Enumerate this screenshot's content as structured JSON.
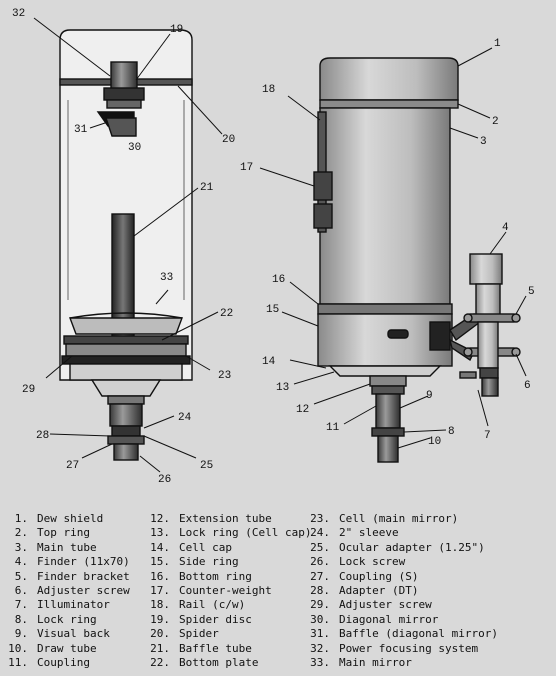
{
  "callouts": [
    "1",
    "2",
    "3",
    "4",
    "5",
    "6",
    "7",
    "8",
    "9",
    "10",
    "11",
    "12",
    "13",
    "14",
    "15",
    "16",
    "17",
    "18",
    "19",
    "20",
    "21",
    "22",
    "23",
    "24",
    "25",
    "26",
    "27",
    "28",
    "29",
    "30",
    "31",
    "32",
    "33"
  ],
  "legend": {
    "col1": [
      {
        "n": "1.",
        "label": "Dew shield"
      },
      {
        "n": "2.",
        "label": "Top ring"
      },
      {
        "n": "3.",
        "label": "Main tube"
      },
      {
        "n": "4.",
        "label": "Finder (11x70)"
      },
      {
        "n": "5.",
        "label": "Finder bracket"
      },
      {
        "n": "6.",
        "label": "Adjuster screw"
      },
      {
        "n": "7.",
        "label": "Illuminator"
      },
      {
        "n": "8.",
        "label": "Lock ring"
      },
      {
        "n": "9.",
        "label": "Visual back"
      },
      {
        "n": "10.",
        "label": "Draw tube"
      },
      {
        "n": "11.",
        "label": "Coupling"
      }
    ],
    "col2": [
      {
        "n": "12.",
        "label": "Extension tube"
      },
      {
        "n": "13.",
        "label": "Lock ring (Cell cap)"
      },
      {
        "n": "14.",
        "label": "Cell cap"
      },
      {
        "n": "15.",
        "label": "Side ring"
      },
      {
        "n": "16.",
        "label": "Bottom ring"
      },
      {
        "n": "17.",
        "label": "Counter-weight"
      },
      {
        "n": "18.",
        "label": "Rail (c/w)"
      },
      {
        "n": "19.",
        "label": "Spider disc"
      },
      {
        "n": "20.",
        "label": "Spider"
      },
      {
        "n": "21.",
        "label": "Baffle tube"
      },
      {
        "n": "22.",
        "label": "Bottom plate"
      }
    ],
    "col3": [
      {
        "n": "23.",
        "label": "Cell (main mirror)"
      },
      {
        "n": "24.",
        "label": "2\" sleeve"
      },
      {
        "n": "25.",
        "label": "Ocular adapter (1.25\")"
      },
      {
        "n": "26.",
        "label": "Lock screw"
      },
      {
        "n": "27.",
        "label": "Coupling (S)"
      },
      {
        "n": "28.",
        "label": "Adapter (DT)"
      },
      {
        "n": "29.",
        "label": "Adjuster screw"
      },
      {
        "n": "30.",
        "label": "Diagonal mirror"
      },
      {
        "n": "31.",
        "label": "Baffle (diagonal mirror)"
      },
      {
        "n": "32.",
        "label": "Power focusing system"
      },
      {
        "n": "33.",
        "label": "Main mirror"
      }
    ]
  }
}
